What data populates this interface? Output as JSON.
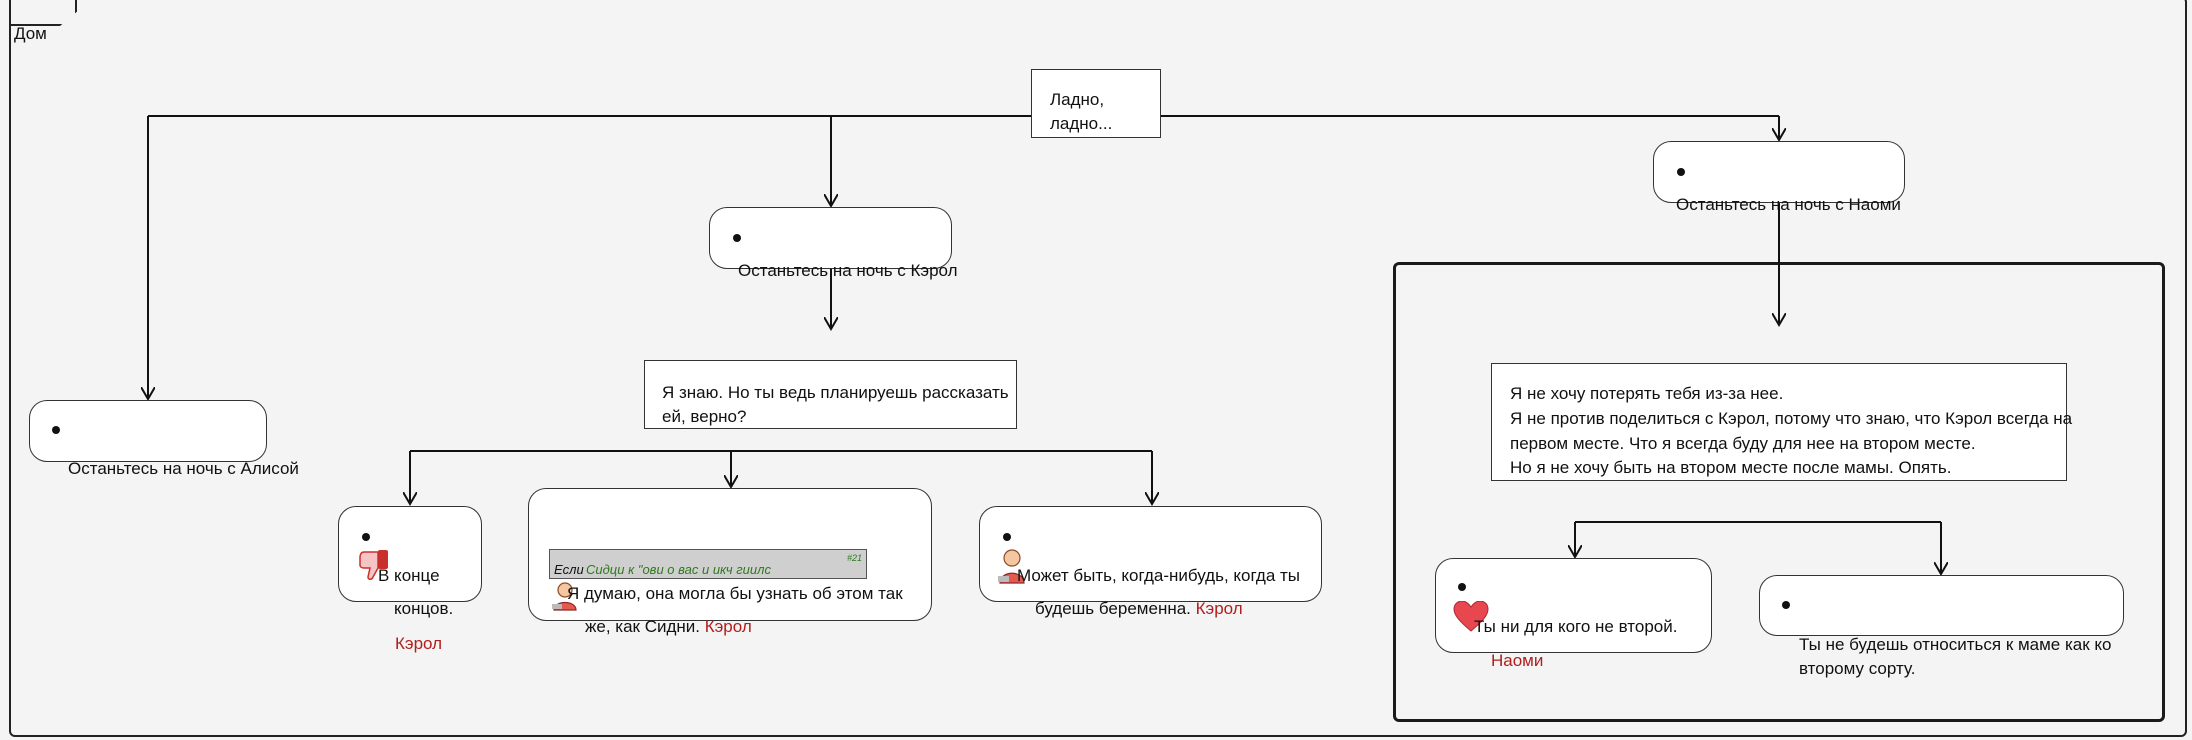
{
  "frame": {
    "label": "Дом"
  },
  "root": {
    "text_line1": "Ладно,",
    "text_line2": "ладно..."
  },
  "choices": {
    "alice": "Останьтесь на ночь с Алисой",
    "carol": "Останьтесь на ночь с Кэрол",
    "naomi": "Останьтесь на ночь с Наоми"
  },
  "carol_branch": {
    "prompt_line1": "Я знаю. Но ты ведь планируешь рассказать",
    "prompt_line2": "ей, верно?",
    "option_left": {
      "line1": "В конце",
      "line2": "концов.",
      "speaker": "Кэрол",
      "icon": "thumbs-down-icon"
    },
    "option_mid": {
      "condition_keyword": "Если",
      "condition_expr": "Сидци к \"ови о вас и икч гиилс",
      "condition_number": "#21",
      "line1": "Я думаю, она могла бы узнать об этом так",
      "line2": "же, как Сидни.",
      "speaker": "Кэрол",
      "icon": "person-icon"
    },
    "option_right": {
      "line1": "Может быть, когда-нибудь, когда ты",
      "line2": "будешь беременна.",
      "speaker": "Кэрол",
      "icon": "person-icon"
    }
  },
  "naomi_branch": {
    "prompt_lines": [
      "Я не хочу потерять тебя из-за нее.",
      "Я не против поделиться с Кэрол, потому что знаю, что Кэрол всегда на",
      "первом месте. Что я всегда буду для нее на втором месте.",
      "Но я не хочу быть на втором месте после мамы. Опять."
    ],
    "option_left": {
      "line1": "Ты ни для кого не второй.",
      "speaker": "Наоми",
      "icon": "heart-icon"
    },
    "option_right": {
      "line1": "Ты не будешь относиться к маме как ко",
      "line2": "второму сорту."
    }
  },
  "colors": {
    "speaker": "#b01e1e",
    "condition": "#2f7a1c",
    "heart": "#e8474f"
  }
}
